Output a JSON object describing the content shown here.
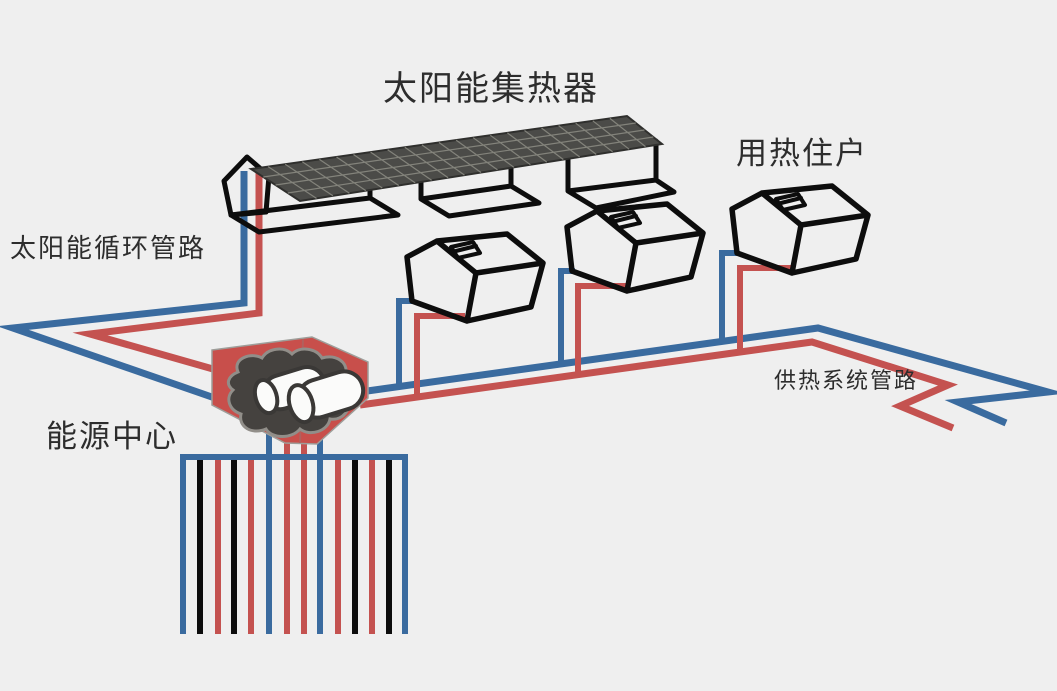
{
  "diagram": {
    "title": "太阳能集热器",
    "labels": {
      "solar_collector": "太阳能集热器",
      "heat_users": "用热住户",
      "solar_loop_pipeline": "太阳能循环管路",
      "heating_system_pipeline": "供热系统管路",
      "energy_center": "能源中心"
    },
    "components": {
      "house_count": 3,
      "collector_bay_count": 3,
      "borehole_line_count": 14,
      "tank_count": 2
    },
    "colors": {
      "background": "#efefef",
      "pipe_blue": "#3a6b9f",
      "pipe_red": "#c45250",
      "outline_black": "#0d0d0d",
      "panel_dark": "#4b4b48",
      "panel_grid": "#83837b",
      "energy_box_red": "#c84f4b",
      "blob_gray": "#45423f",
      "tank_white": "#fbfbfa",
      "text_dark": "#2d2d2d"
    }
  }
}
